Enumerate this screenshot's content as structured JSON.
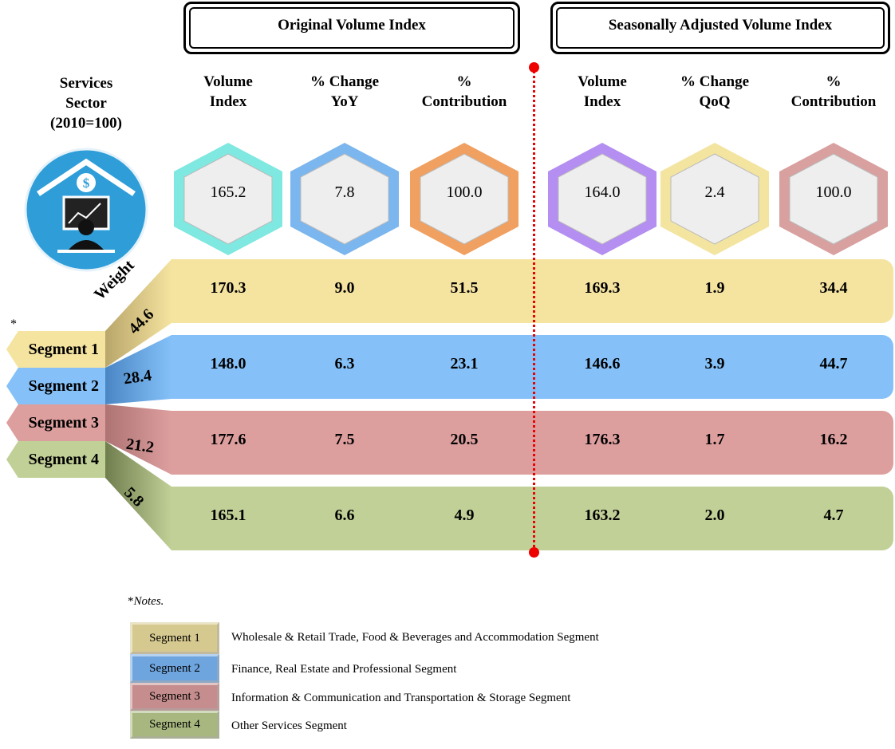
{
  "header": {
    "original": "Original Volume Index",
    "seasonal": "Seasonally Adjusted Volume Index"
  },
  "sector_label": [
    "Services",
    "Sector",
    "(2010=100)"
  ],
  "columns": [
    {
      "l1": "Volume",
      "l2": "Index"
    },
    {
      "l1": "% Change",
      "l2": "YoY"
    },
    {
      "l1": "%",
      "l2": "Contribution"
    },
    {
      "l1": "Volume",
      "l2": "Index"
    },
    {
      "l1": "% Change",
      "l2": "QoQ"
    },
    {
      "l1": "%",
      "l2": "Contribution"
    }
  ],
  "totals": [
    "165.2",
    "7.8",
    "100.0",
    "164.0",
    "2.4",
    "100.0"
  ],
  "hex_colors": [
    "#7fe8e0",
    "#7cb6ee",
    "#f0a060",
    "#b48ef0",
    "#f3e4a0",
    "#d9a0a0"
  ],
  "weight_label": "Weight",
  "asterisk": "*",
  "segments": [
    {
      "name": "Segment 1",
      "weight": "44.6",
      "color": "#f5e3a0",
      "dark": "#b9a66a",
      "values": [
        "170.3",
        "9.0",
        "51.5",
        "169.3",
        "1.9",
        "34.4"
      ]
    },
    {
      "name": "Segment 2",
      "weight": "28.4",
      "color": "#85c1f8",
      "dark": "#4a86c4",
      "values": [
        "148.0",
        "6.3",
        "23.1",
        "146.6",
        "3.9",
        "44.7"
      ]
    },
    {
      "name": "Segment 3",
      "weight": "21.2",
      "color": "#dd9e9e",
      "dark": "#ae7373",
      "values": [
        "177.6",
        "7.5",
        "20.5",
        "176.3",
        "1.7",
        "16.2"
      ]
    },
    {
      "name": "Segment 4",
      "weight": "5.8",
      "color": "#c1d097",
      "dark": "#6f7e4d",
      "values": [
        "165.1",
        "6.6",
        "4.9",
        "163.2",
        "2.0",
        "4.7"
      ]
    }
  ],
  "notes": {
    "title": "Notes.",
    "star": "*",
    "items": [
      {
        "label": "Segment 1",
        "text": "Wholesale & Retail Trade, Food & Beverages and Accommodation Segment",
        "color": "#d6c98f"
      },
      {
        "label": "Segment 2",
        "text": "Finance, Real Estate and Professional Segment",
        "color": "#6fa5de"
      },
      {
        "label": "Segment 3",
        "text": "Information & Communication and Transportation & Storage Segment",
        "color": "#c58d8d"
      },
      {
        "label": "Segment 4",
        "text": "Other Services Segment",
        "color": "#a7b77f"
      }
    ]
  }
}
